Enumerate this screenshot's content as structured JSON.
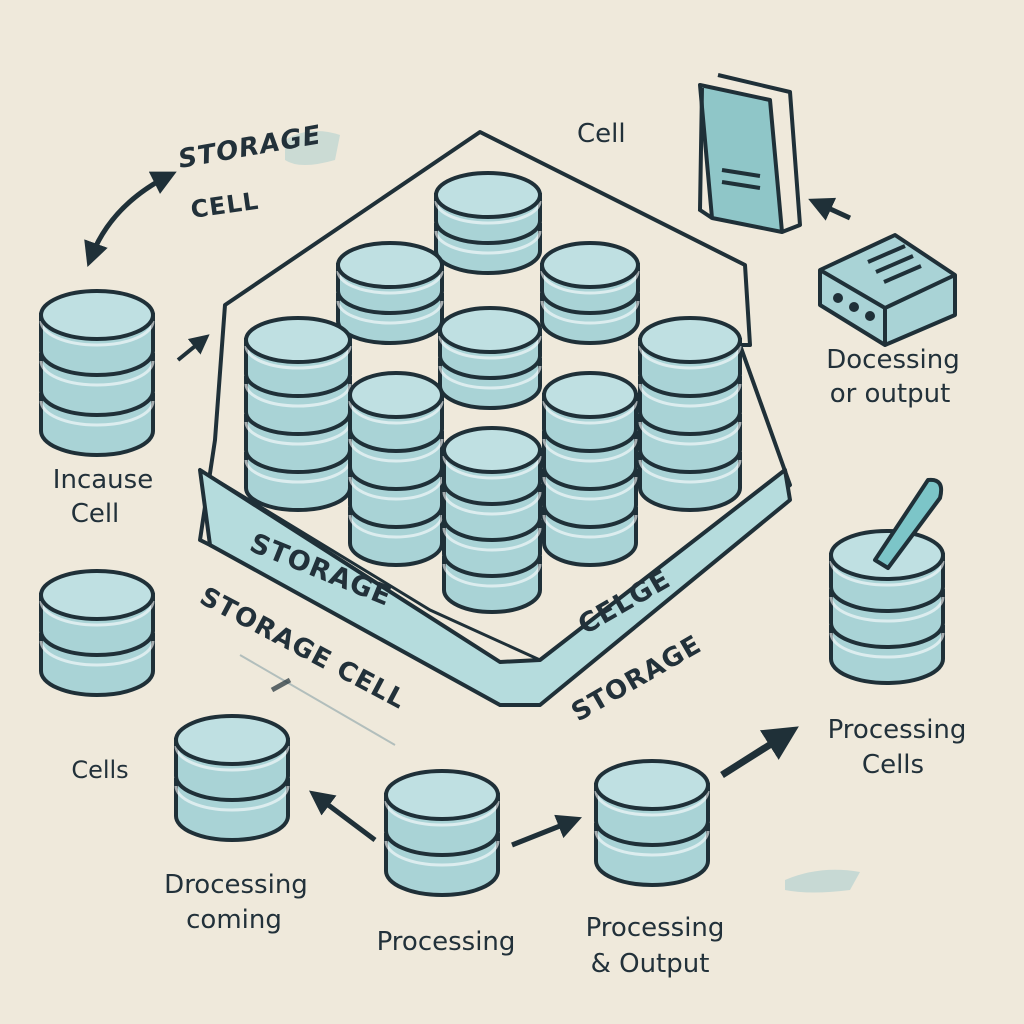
{
  "colors": {
    "background": "#efe9db",
    "cylinder_fill": "#a9d3d6",
    "cylinder_top": "#bfe0e2",
    "stroke": "#1f3038",
    "tray_fill": "#b5dcdd",
    "accent": "#7cc5c8"
  },
  "labels": {
    "storage_top": "STORAGE",
    "cell_top_left": "CELL",
    "cell_top_center": "Cell",
    "increase_line1": "Incause",
    "increase_line2": "Cell",
    "docessing_line1": "Docessing",
    "docessing_line2": "or output",
    "tray_left": "STORAGE",
    "tray_right": "CELGE",
    "storage_cell": "STORAGE CELL",
    "storage_bottom": "STORAGE",
    "cells": "Cells",
    "processing_cells_line1": "Processing",
    "processing_cells_line2": "Cells",
    "drocessing_line1": "Drocessing",
    "drocessing_line2": "coming",
    "processing": "Processing",
    "processing_output_line1": "Processing",
    "processing_output_line2": "& Output"
  },
  "icons": {
    "double_arrow": "double-arrow-icon",
    "document": "document-icon",
    "device": "device-icon",
    "pen": "pen-icon"
  }
}
